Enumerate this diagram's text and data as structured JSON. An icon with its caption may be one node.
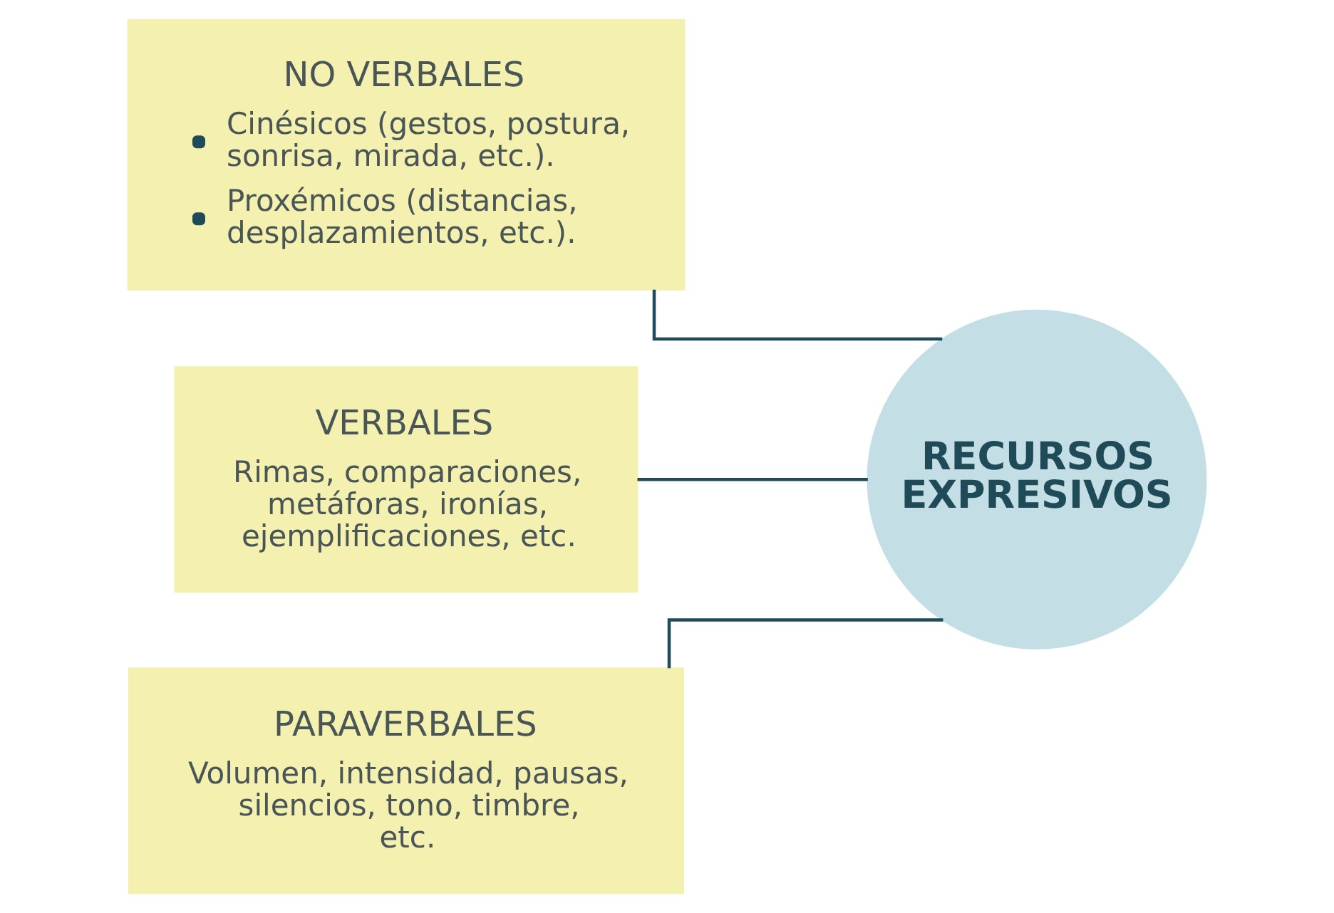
{
  "diagram": {
    "nodes": [
      {
        "text": [
          "NO VERBALES",
          "Cinésicos (gestos, postura, sonrisa, mirada, etc.).",
          "Proxémicos (distancias, desplazamientos, etc.)."
        ]
      },
      {
        "text": [
          "VERBALES",
          "Rimas, comparaciones, metáforas, ironías, ejemplificaciones, etc."
        ]
      },
      {
        "text": [
          "PARAVERBALES",
          "Volumen, intensidad, pausas, silencios, tono, timbre, etc."
        ]
      },
      {
        "text": [
          "RECURSOS EXPRESIVOS"
        ]
      }
    ],
    "edges": [
      {
        "from": 0,
        "to": 3,
        "arrow": "none"
      },
      {
        "from": 1,
        "to": 3,
        "arrow": "none"
      },
      {
        "from": 2,
        "to": 3,
        "arrow": "none"
      }
    ]
  }
}
